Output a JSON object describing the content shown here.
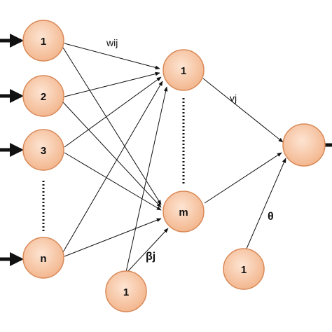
{
  "colors": {
    "node_fill": "#f6c6a4",
    "node_fill_light": "#fde4d2",
    "node_stroke": "#d98a58",
    "edge": "#111111",
    "dotted": "#111111"
  },
  "nodes": {
    "input_1": "1",
    "input_2": "2",
    "input_3": "3",
    "input_n": "n",
    "hidden_1": "1",
    "hidden_m": "m",
    "output": "",
    "bias_hidden": "1",
    "bias_output": "1"
  },
  "labels": {
    "weight_input_hidden": "wij",
    "weight_hidden_output": "vj",
    "bias_hidden_weight": "βj",
    "bias_output_weight": "θ"
  }
}
